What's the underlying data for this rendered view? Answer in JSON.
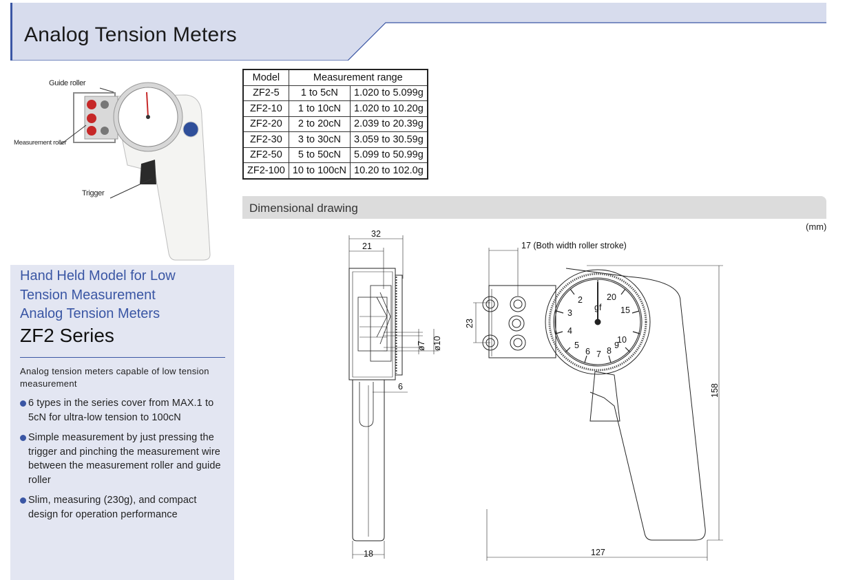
{
  "header": {
    "title": "Analog Tension Meters"
  },
  "photo": {
    "callouts": {
      "guide_roller": "Guide roller",
      "measurement_roller": "Measurement roller",
      "trigger": "Trigger"
    }
  },
  "product": {
    "subtitle_line1": "Hand Held Model for Low",
    "subtitle_line2": "Tension Measurement",
    "subtitle_line3": "Analog Tension Meters",
    "series": "ZF2 Series",
    "intro": "Analog tension meters capable of low tension measurement",
    "bullets": [
      "6 types in the series cover from MAX.1 to 5cN for ultra-low tension to 100cN",
      "Simple measurement by just pressing the trigger and pinching the measurement wire between the measurement roller and guide roller",
      "Slim, measuring (230g), and compact design for operation performance"
    ]
  },
  "spec_table": {
    "headers": {
      "model": "Model",
      "range": "Measurement range"
    },
    "rows": [
      {
        "model": "ZF2-5",
        "cn": "1 to 5cN",
        "g": "1.020 to 5.099g"
      },
      {
        "model": "ZF2-10",
        "cn": "1 to 10cN",
        "g": "1.020 to 10.20g"
      },
      {
        "model": "ZF2-20",
        "cn": "2 to 20cN",
        "g": "2.039 to 20.39g"
      },
      {
        "model": "ZF2-30",
        "cn": "3 to 30cN",
        "g": "3.059 to 30.59g"
      },
      {
        "model": "ZF2-50",
        "cn": "5 to 50cN",
        "g": "5.099 to 50.99g"
      },
      {
        "model": "ZF2-100",
        "cn": "10 to 100cN",
        "g": "10.20 to 102.0g"
      }
    ]
  },
  "drawing": {
    "title": "Dimensional drawing",
    "unit": "(mm)",
    "dims": {
      "d32": "32",
      "d21": "21",
      "d6": "6",
      "d18": "18",
      "phi7": "ø7",
      "phi10": "ø10",
      "d17": "17 (Both width roller stroke)",
      "d23": "23",
      "d158": "158",
      "d127": "127"
    },
    "dial_numbers": [
      "2",
      "3",
      "4",
      "5",
      "6",
      "7",
      "8",
      "9",
      "10",
      "15",
      "20"
    ],
    "dial_unit": "gf"
  },
  "colors": {
    "accent": "#3a56a4",
    "panel": "#e3e6f2",
    "header_band": "#d7dced"
  }
}
